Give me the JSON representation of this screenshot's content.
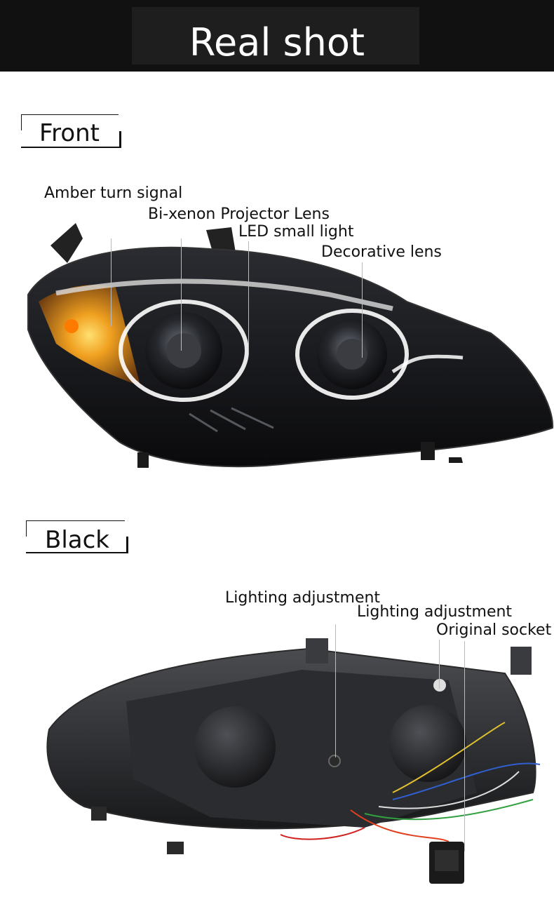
{
  "header": {
    "title": "Real shot"
  },
  "sections": {
    "front": {
      "label": "Front",
      "annotations": {
        "amber": "Amber turn signal",
        "bixenon": "Bi-xenon Projector Lens",
        "led": "LED small light",
        "decorative": "Decorative lens"
      }
    },
    "back": {
      "label": "Black",
      "annotations": {
        "adj1": "Lighting adjustment",
        "adj2": "Lighting adjustment",
        "socket": "Original socket"
      }
    }
  },
  "colors": {
    "header_bg": "#111111",
    "amber": "#f0a020",
    "led_white": "#ffffff",
    "housing": "#1a1a1a"
  }
}
